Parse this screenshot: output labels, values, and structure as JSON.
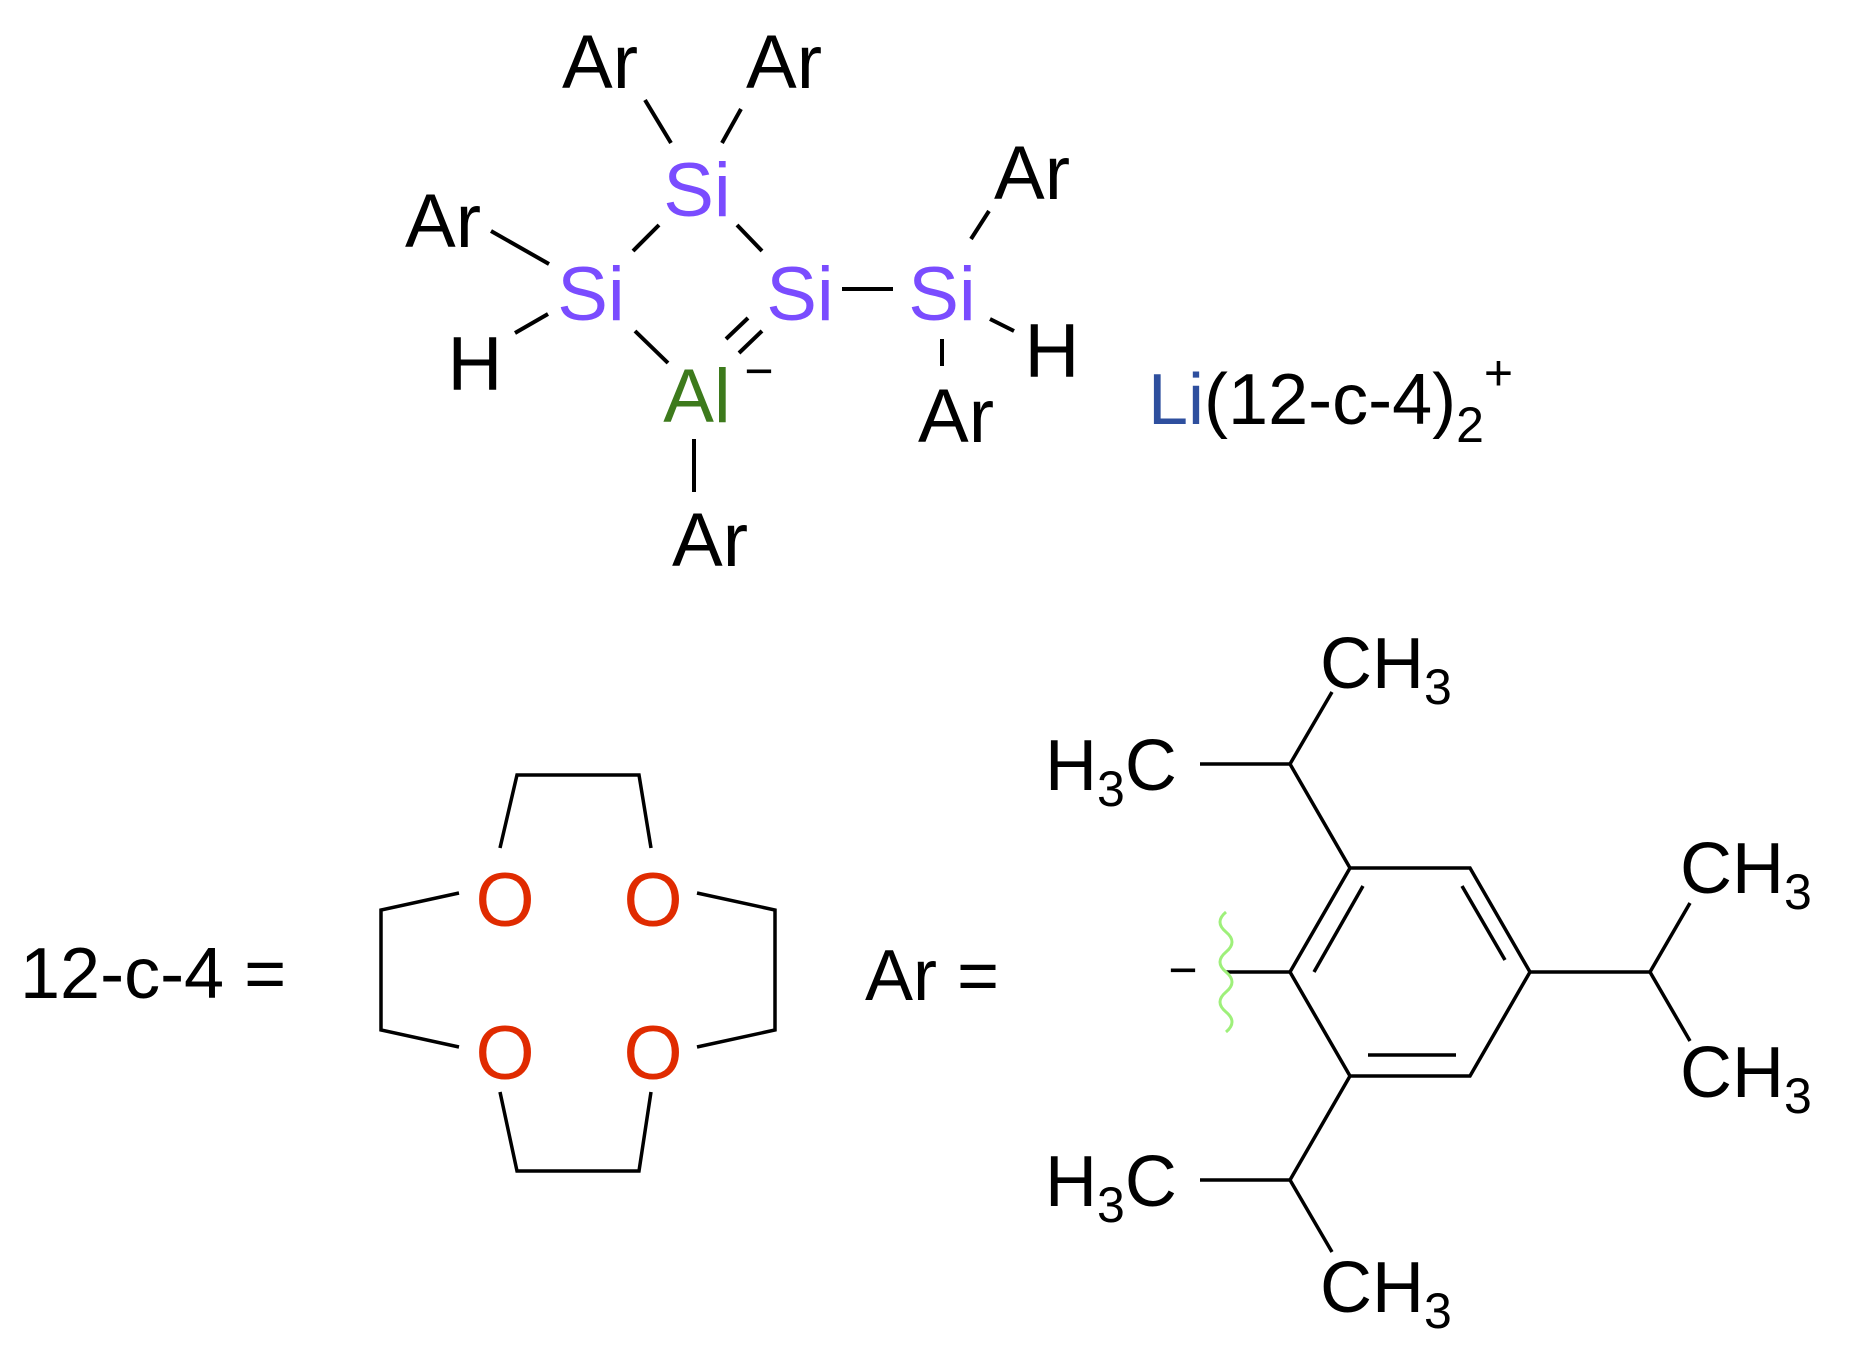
{
  "colors": {
    "silicon": "#7a4cff",
    "aluminum": "#3d7a1c",
    "lithium": "#2e4f9e",
    "oxygen": "#e02b00",
    "wavy_bond": "#9ef07a",
    "text": "#000000"
  },
  "anion": {
    "si_label": "Si",
    "al_label": "Al",
    "al_charge": "−",
    "ar_label": "Ar",
    "h_label": "H"
  },
  "cation": {
    "li_label": "Li",
    "ligand_text": "(12-c-4)",
    "subscript": "2",
    "charge": "+"
  },
  "crown": {
    "definition_label": "12-c-4 =",
    "o_label": "O"
  },
  "aryl": {
    "definition_label": "Ar =",
    "attach_charge": "−",
    "methyl_c_h": "CH",
    "methyl_sub": "3",
    "h3c_h": "H",
    "h3c_sub": "3",
    "h3c_c": "C"
  }
}
